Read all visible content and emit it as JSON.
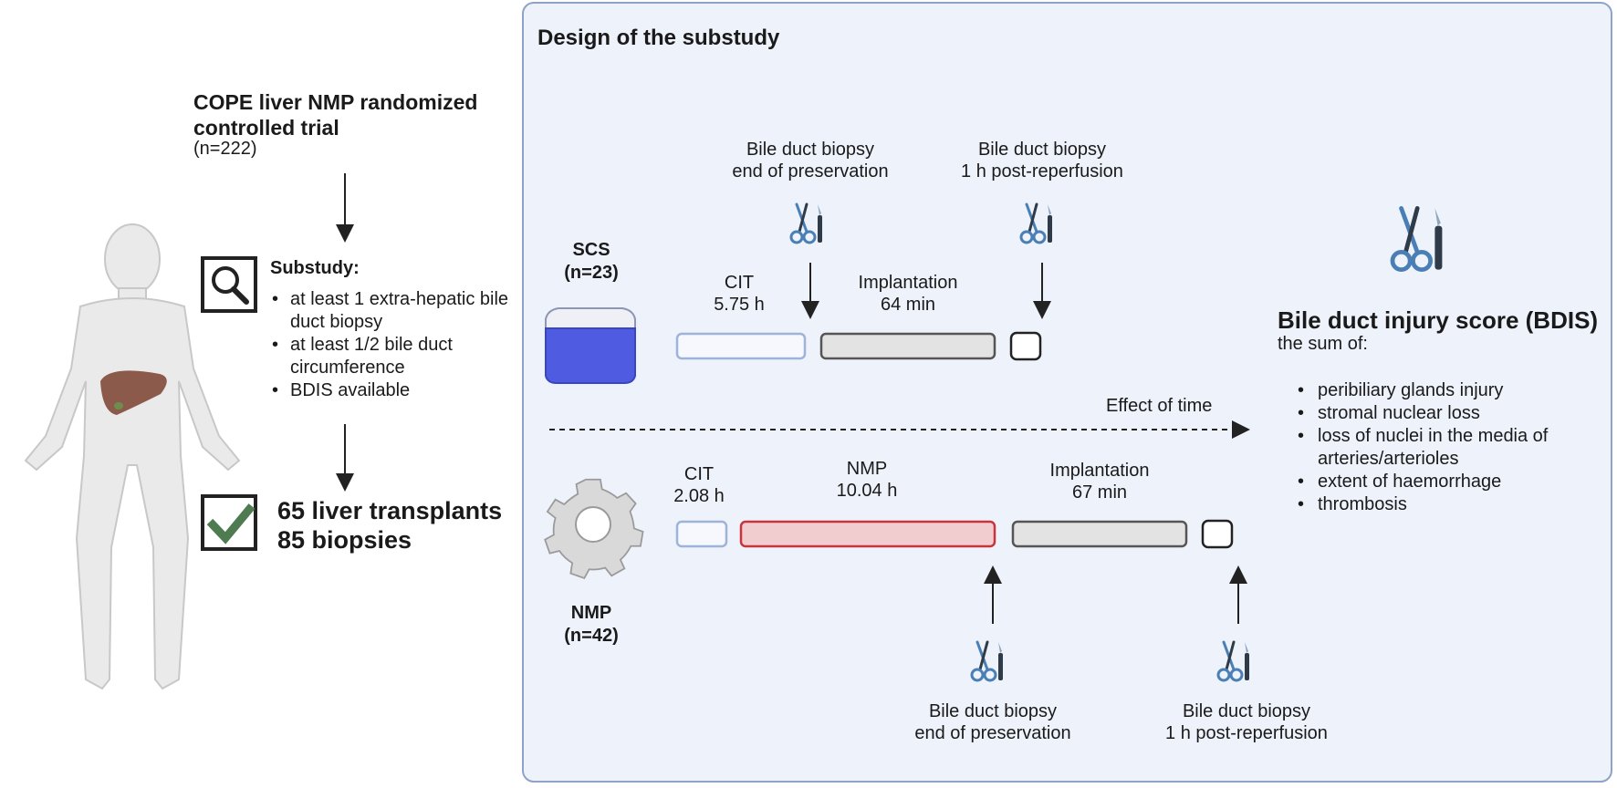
{
  "left": {
    "trial_title": "COPE liver NMP randomized controlled trial",
    "trial_n": "(n=222)",
    "substudy_title": "Substudy:",
    "substudy_criteria": [
      "at least 1 extra-hepatic bile duct biopsy",
      "at least 1/2 bile duct circumference",
      "BDIS available"
    ],
    "result_line1": "65 liver transplants",
    "result_line2": "85 biopsies"
  },
  "panel": {
    "title": "Design of the substudy",
    "scs": {
      "label": "SCS",
      "n": "(n=23)",
      "cit_label": "CIT",
      "cit_value": "5.75 h",
      "implantation_label": "Implantation",
      "implantation_value": "64 min",
      "biopsy1_line1": "Bile duct biopsy",
      "biopsy1_line2": "end of preservation",
      "biopsy2_line1": "Bile duct biopsy",
      "biopsy2_line2": "1 h post-reperfusion"
    },
    "effect_of_time": "Effect of time",
    "nmp": {
      "label": "NMP",
      "n": "(n=42)",
      "cit_label": "CIT",
      "cit_value": "2.08 h",
      "nmp_label": "NMP",
      "nmp_value": "10.04 h",
      "implantation_label": "Implantation",
      "implantation_value": "67 min",
      "biopsy1_line1": "Bile duct biopsy",
      "biopsy1_line2": "end of preservation",
      "biopsy2_line1": "Bile duct biopsy",
      "biopsy2_line2": "1 h post-reperfusion"
    },
    "bdis": {
      "title": "Bile duct injury score (BDIS)",
      "subtitle": "the sum of:",
      "items": [
        "peribiliary glands injury",
        "stromal nuclear loss",
        "loss of nuclei in the media of arteries/arterioles",
        "extent of haemorrhage",
        "thrombosis"
      ]
    }
  },
  "colors": {
    "panel_bg": "#eef2fb",
    "panel_border": "#8da3c7",
    "cit_border": "#9db3d8",
    "nmp_fill": "#f2cdcf",
    "nmp_border": "#c8343b",
    "implant_fill": "#e3e3e3",
    "cooler_blue": "#4f5be0",
    "liver": "#8b5a4a",
    "checkmark": "#4e7b4f"
  }
}
